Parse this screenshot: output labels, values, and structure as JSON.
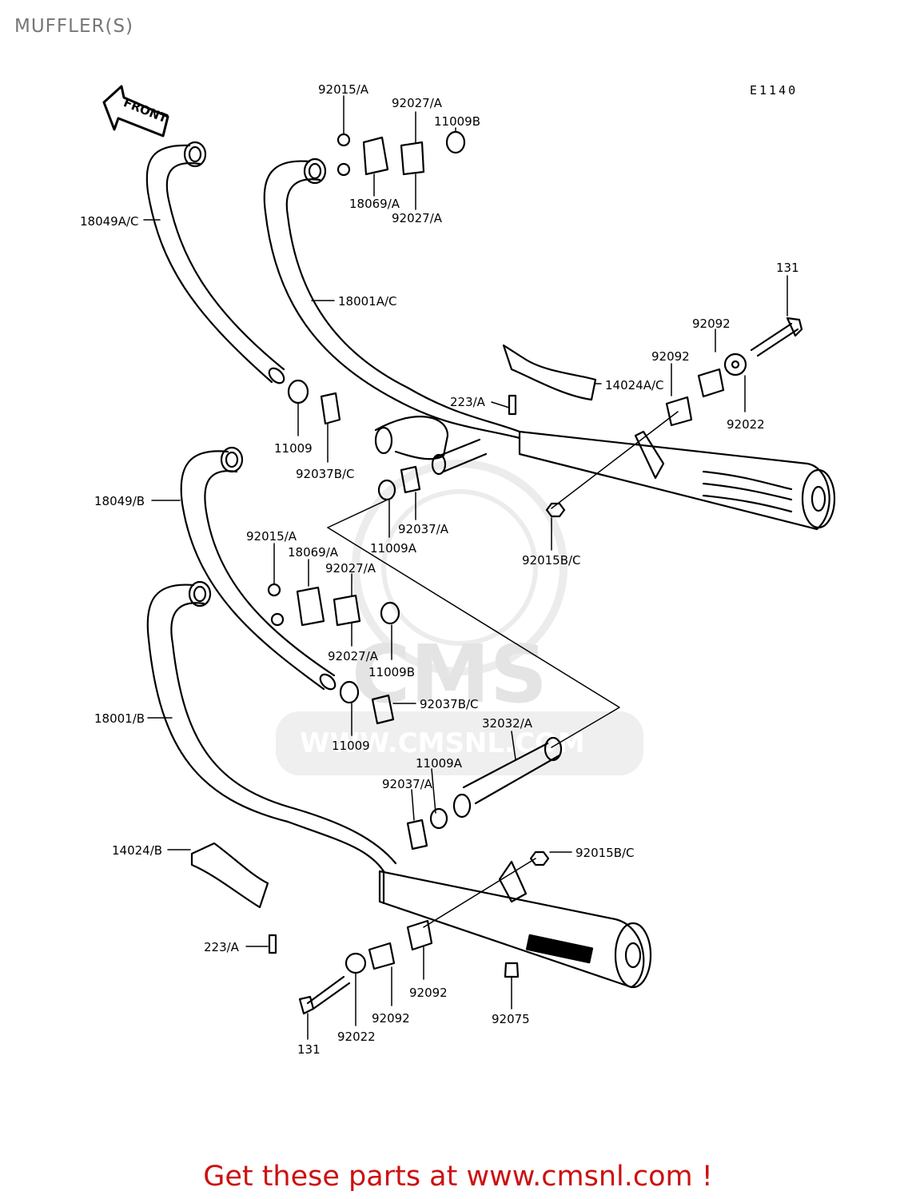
{
  "page": {
    "title": "MUFFLER(S)",
    "diagram_code": "E1140",
    "front_arrow_label": "FRONT",
    "promo_text": "Get these parts at www.cmsnl.com !",
    "promo_color": "#cc1111"
  },
  "watermark": {
    "brand": "CMS",
    "url": "WWW.CMSNL.COM"
  },
  "labels": {
    "l01": "92015/A",
    "l02": "92027/A",
    "l03": "11009B",
    "l04": "18069/A",
    "l05": "92027/A",
    "l06": "18049A/C",
    "l07": "18001A/C",
    "l08": "131",
    "l09": "92092",
    "l10": "92092",
    "l11": "14024A/C",
    "l12": "223/A",
    "l13": "92022",
    "l14": "11009",
    "l15": "92037B/C",
    "l16": "18049/B",
    "l17": "92037/A",
    "l18": "11009A",
    "l19": "92015B/C",
    "l20": "92015/A",
    "l21": "18069/A",
    "l22": "92027/A",
    "l23": "92027/A",
    "l24": "11009B",
    "l25": "92037B/C",
    "l26": "18001/B",
    "l27": "11009",
    "l28": "32032/A",
    "l29": "11009A",
    "l30": "92037/A",
    "l31": "14024/B",
    "l32": "92015B/C",
    "l33": "223/A",
    "l34": "92092",
    "l35": "92092",
    "l36": "92075",
    "l37": "92022",
    "l38": "131"
  }
}
